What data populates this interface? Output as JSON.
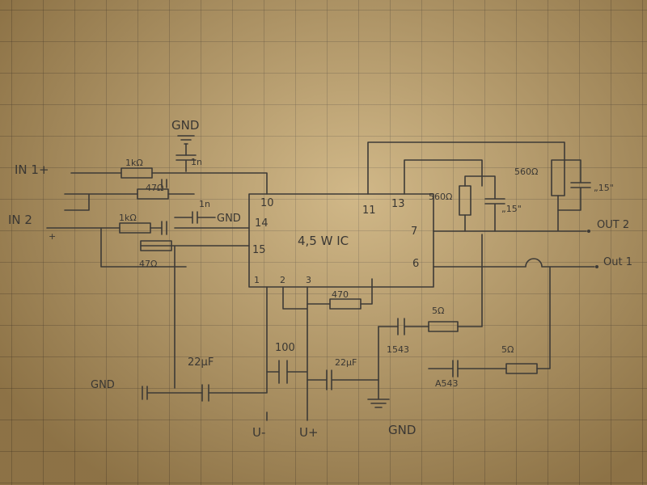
{
  "ic": {
    "label": "4,5 W IC",
    "pins": {
      "p1": "1",
      "p2": "2",
      "p3": "3",
      "p6": "6",
      "p7": "7",
      "p10": "10",
      "p11": "11",
      "p13": "13",
      "p14": "14",
      "p15": "15"
    }
  },
  "inputs": {
    "in1": "IN 1+",
    "in2": "IN 2",
    "in2_sign": "+"
  },
  "outputs": {
    "out2": "OUT 2",
    "out1": "Out 1"
  },
  "components": {
    "r_in1": "1kΩ",
    "r_in1_b": "47Ω",
    "r_in2": "1kΩ",
    "r_in2_b": "47Ω",
    "c_gnd_top": "1n",
    "c_1n_b": "1n",
    "r_fb2": "560Ω",
    "c_fb2": "„15\"",
    "r_fb1": "560Ω",
    "c_fb1": "„15\"",
    "r_470": "470",
    "r_out2": "5Ω",
    "r_out1": "5Ω",
    "c_1543a": "1543",
    "c_1543b": "A543",
    "c_22_left": "22μF",
    "c_100": "100",
    "c_22_mid": "22μF"
  },
  "labels": {
    "gnd_top": "GND",
    "gnd_mid": "GND",
    "gnd_left": "GND",
    "gnd_bottom": "GND",
    "u_minus": "U-",
    "u_plus": "U+"
  }
}
